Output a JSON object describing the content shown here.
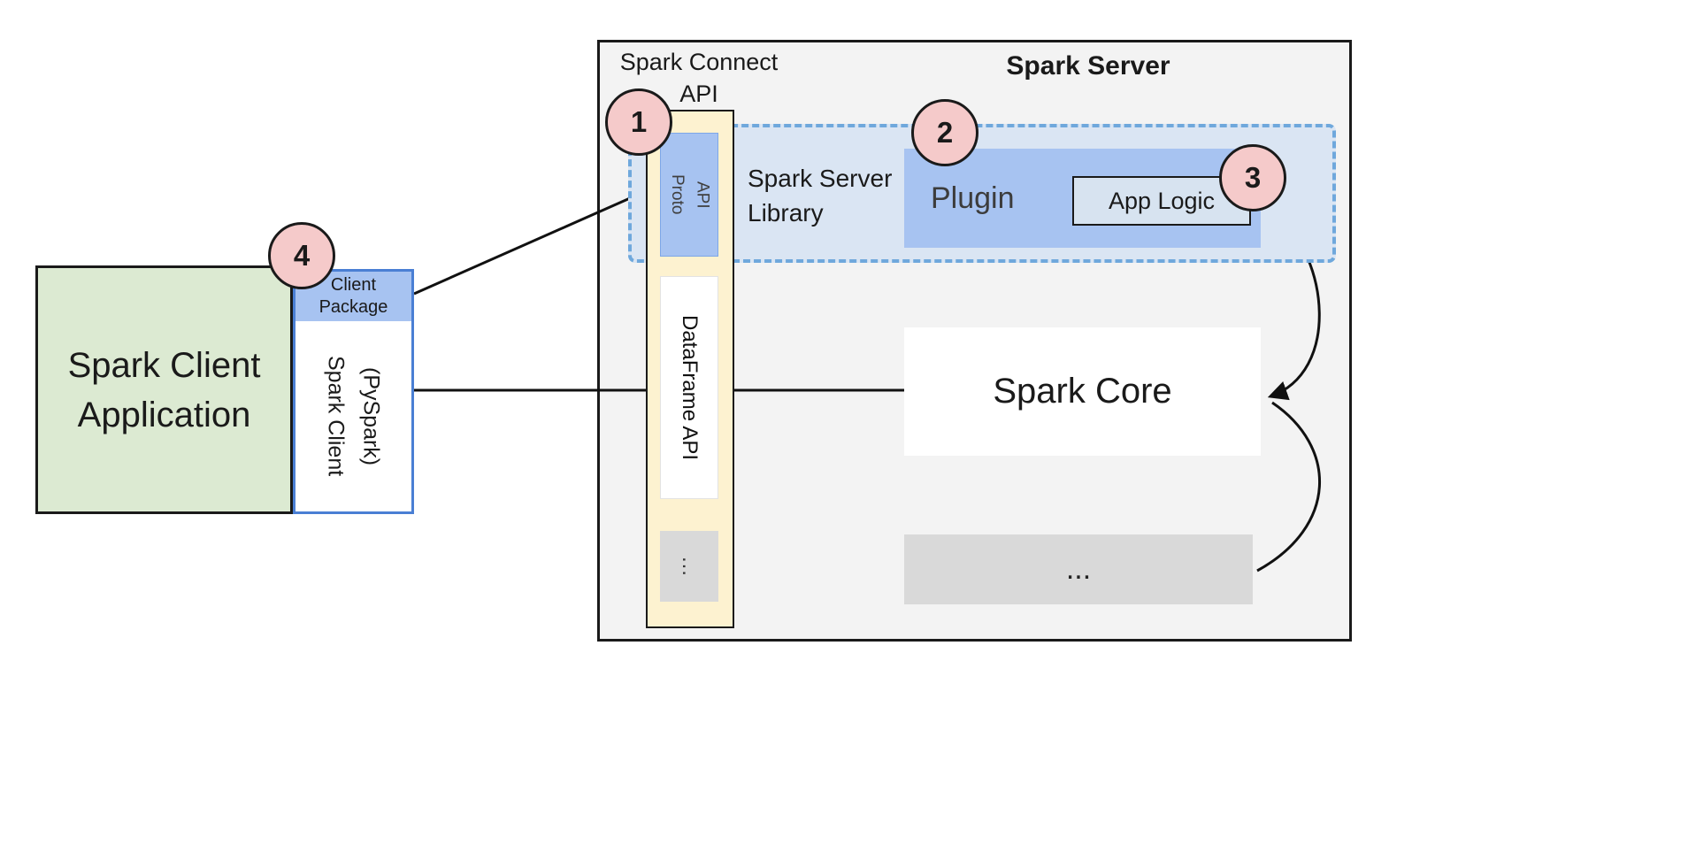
{
  "colors": {
    "client_green": "#dcead2",
    "accent_blue": "#a7c3f1",
    "library_panel_blue": "#dae5f3",
    "dashed_border_blue": "#6fa8dc",
    "client_border_blue": "#4a7fd4",
    "api_column_yellow": "#fdf2d0",
    "badge_pink": "#f5caca",
    "gray_box": "#d9d9d9",
    "server_background": "#f3f3f3"
  },
  "client": {
    "badge": "4",
    "app_label": "Spark Client\nApplication",
    "package_label": "Client Package",
    "client_label": "Spark Client\n(PySpark)"
  },
  "server": {
    "title": "Spark Server",
    "connect_api_label": "Spark Connect\nAPI",
    "proto_api_label": "Proto\nAPI",
    "dataframe_api_label": "DataFrame API",
    "api_ellipsis": "…",
    "library_label": "Spark Server\nLibrary",
    "plugin_label": "Plugin",
    "app_logic_label": "App Logic",
    "core_label": "Spark Core",
    "core_ellipsis": "...",
    "badge_proto": "1",
    "badge_plugin": "2",
    "badge_app_logic": "3"
  }
}
